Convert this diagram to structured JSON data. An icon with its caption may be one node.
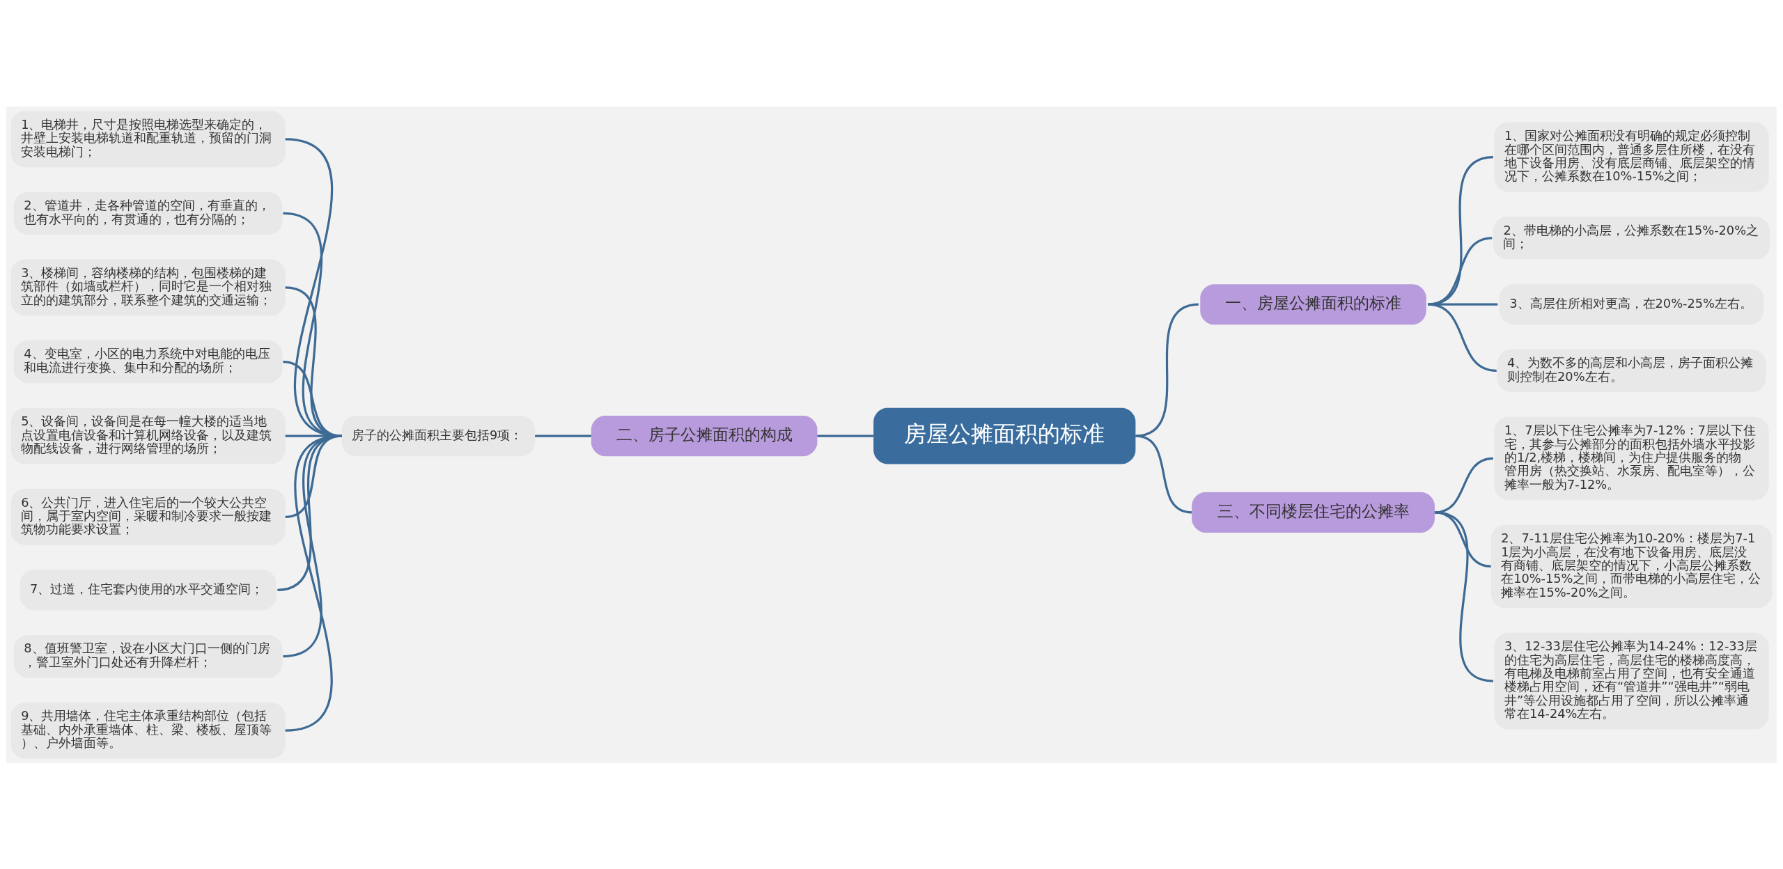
{
  "diagram": {
    "nodes": [
      {
        "text": [
          "房屋公摊面积的标准"
        ]
      },
      {
        "text": [
          "一、房屋公摊面积的标准"
        ]
      },
      {
        "text": [
          "1、国家对公摊面积没有明确的规定必须控制在哪个区间范围内，普通多层住所楼，在没有地下设备用房、没有底层商铺、底层架空的情况下，公摊系数在10%-15%之间；"
        ]
      },
      {
        "text": [
          "2、带电梯的小高层，公摊系数在15%-20%之间；"
        ]
      },
      {
        "text": [
          "3、高层住所相对更高，在20%-25%左右。"
        ]
      },
      {
        "text": [
          "4、为数不多的高层和小高层，房子面积公摊则控制在20%左右。"
        ]
      },
      {
        "text": [
          "二、房子公摊面积的构成"
        ]
      },
      {
        "text": [
          "房子的公摊面积主要包括9项："
        ]
      },
      {
        "text": [
          "1、电梯井，尺寸是按照电梯选型来确定的，井壁上安装电梯轨道和配重轨道，预留的门洞安装电梯门；"
        ]
      },
      {
        "text": [
          "2、管道井，走各种管道的空间，有垂直的，也有水平向的，有贯通的，也有分隔的；"
        ]
      },
      {
        "text": [
          "3、楼梯间，容纳楼梯的结构，包围楼梯的建筑部件（如墙或栏杆），同时它是一个相对独立的的建筑部分，联系整个建筑的交通运输；"
        ]
      },
      {
        "text": [
          "4、变电室，小区的电力系统中对电能的电压和电流进行变换、集中和分配的场所；"
        ]
      },
      {
        "text": [
          "5、设备间，设备间是在每一幢大楼的适当地点设置电信设备和计算机网络设备，以及建筑物配线设备，进行网络管理的场所；"
        ]
      },
      {
        "text": [
          "6、公共门厅，进入住宅后的一个较大公共空间，属于室内空间，采暖和制冷要求一般按建筑物功能要求设置；"
        ]
      },
      {
        "text": [
          "7、过道，住宅套内使用的水平交通空间；"
        ]
      },
      {
        "text": [
          "8、值班警卫室，设在小区大门口一侧的门房，警卫室外门口处还有升降栏杆；"
        ]
      },
      {
        "text": [
          "9、共用墙体，住宅主体承重结构部位（包括基础、内外承重墙体、柱、梁、楼板、屋顶等）、户外墙面等。"
        ]
      },
      {
        "text": [
          "三、不同楼层住宅的公摊率"
        ]
      },
      {
        "text": [
          "1、7层以下住宅公摊率为7-12%：7层以下住宅，其参与公摊部分的面积包括外墙水平投影的1/2,楼梯，楼梯间，为住户提供服务的物管用房（热交换站、水泵房、配电室等），公摊率一般为7-12%。"
        ]
      },
      {
        "text": [
          "2、7-11层住宅公摊率为10-20%：楼层为7-11层为小高层，在没有地下设备用房、底层没有商铺、底层架空的情况下，小高层公摊系数在10%-15%之间，而带电梯的小高层住宅，公摊率在15%-20%之间。"
        ]
      },
      {
        "text": [
          "3、12-33层住宅公摊率为14-24%：12-33层的住宅为高层住宅，高层住宅的楼梯高度高，有电梯及电梯前室占用了空间，也有安全通道楼梯占用空间，还有“管道井”“强电井”“弱电井”等公用设施都占用了空间，所以公摊率通常在14-24%左右。"
        ]
      }
    ],
    "edges": [
      {
        "from": 0,
        "to": 1,
        "arrow": "none"
      },
      {
        "from": 1,
        "to": 2,
        "arrow": "none"
      },
      {
        "from": 1,
        "to": 3,
        "arrow": "none"
      },
      {
        "from": 1,
        "to": 4,
        "arrow": "none"
      },
      {
        "from": 1,
        "to": 5,
        "arrow": "none"
      },
      {
        "from": 0,
        "to": 6,
        "arrow": "none"
      },
      {
        "from": 6,
        "to": 7,
        "arrow": "none"
      },
      {
        "from": 7,
        "to": 8,
        "arrow": "none"
      },
      {
        "from": 7,
        "to": 9,
        "arrow": "none"
      },
      {
        "from": 7,
        "to": 10,
        "arrow": "none"
      },
      {
        "from": 7,
        "to": 11,
        "arrow": "none"
      },
      {
        "from": 7,
        "to": 12,
        "arrow": "none"
      },
      {
        "from": 7,
        "to": 13,
        "arrow": "none"
      },
      {
        "from": 7,
        "to": 14,
        "arrow": "none"
      },
      {
        "from": 7,
        "to": 15,
        "arrow": "none"
      },
      {
        "from": 7,
        "to": 16,
        "arrow": "none"
      },
      {
        "from": 0,
        "to": 17,
        "arrow": "none"
      },
      {
        "from": 17,
        "to": 18,
        "arrow": "none"
      },
      {
        "from": 17,
        "to": 19,
        "arrow": "none"
      },
      {
        "from": 17,
        "to": 20,
        "arrow": "none"
      }
    ]
  }
}
